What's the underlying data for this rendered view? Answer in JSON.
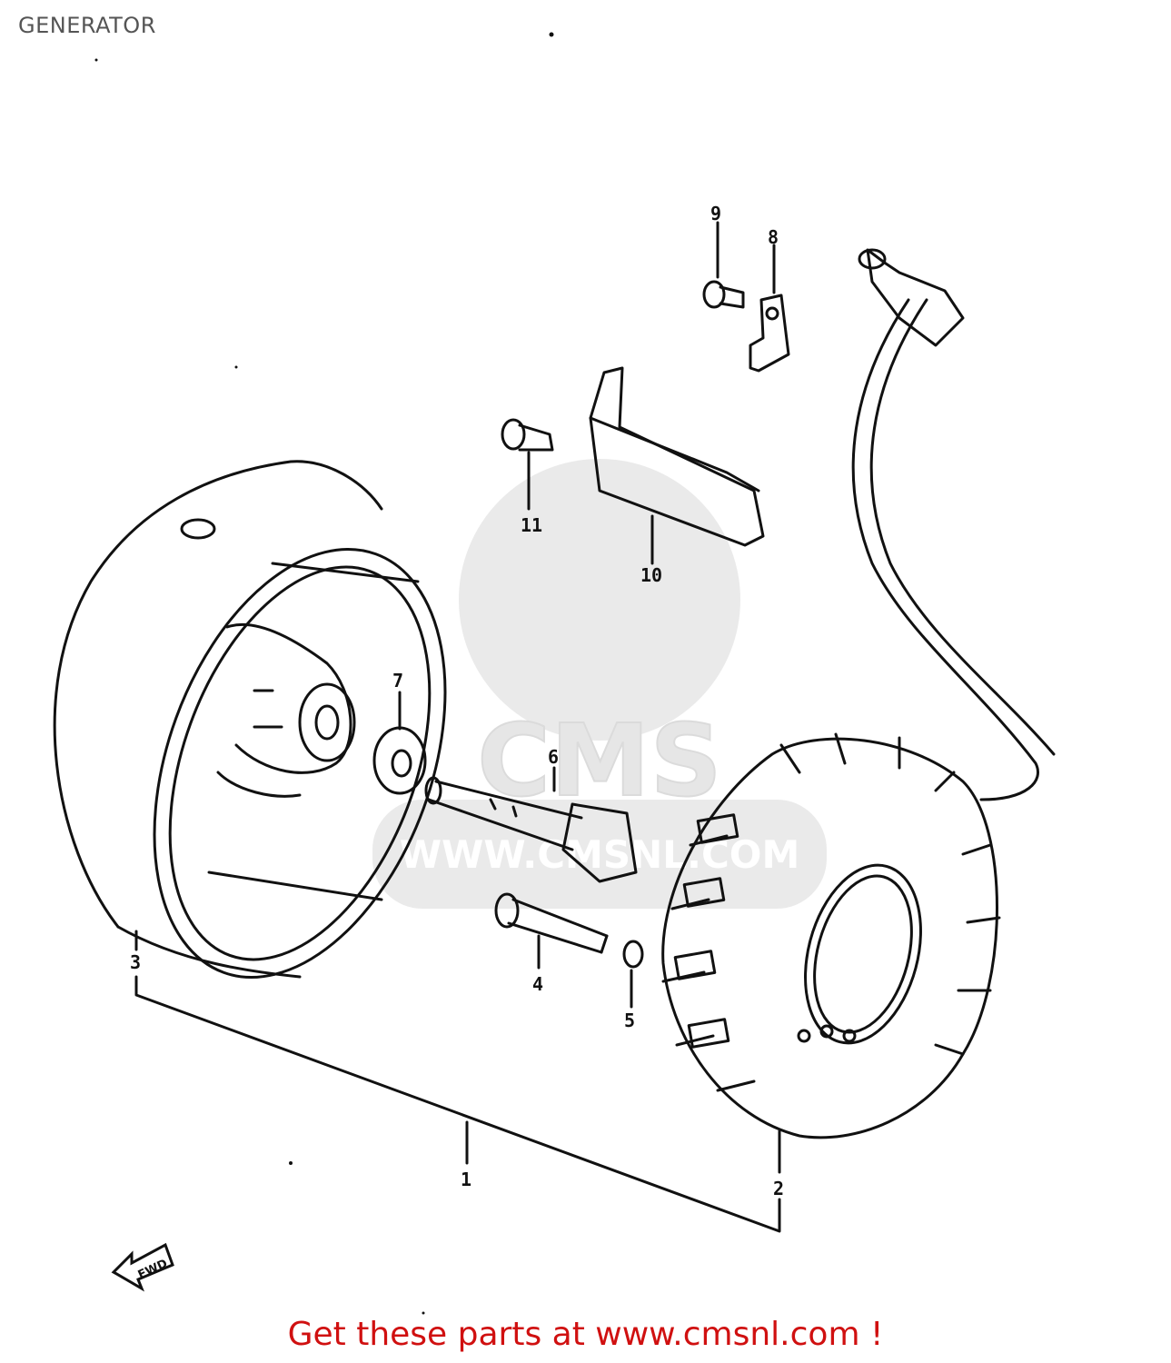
{
  "header": {
    "title": "GENERATOR"
  },
  "footer": {
    "text": "Get these parts at www.cmsnl.com !"
  },
  "watermark": {
    "brand": "CMS",
    "url": "WWW.CMSNL.COM"
  },
  "direction_marker": {
    "text": "FWD"
  },
  "callouts": [
    "1",
    "2",
    "3",
    "4",
    "5",
    "6",
    "7",
    "8",
    "9",
    "10",
    "11"
  ],
  "colors": {
    "footer_text": "#d01010",
    "title_text": "#555555",
    "line_art": "#111111",
    "watermark": "#d9d9d9"
  }
}
